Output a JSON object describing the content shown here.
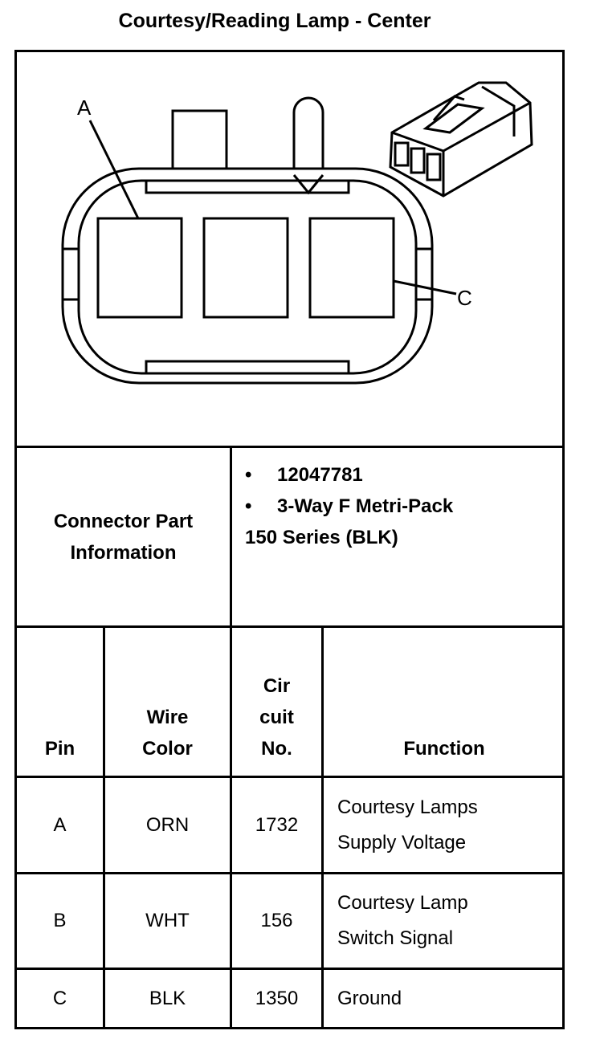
{
  "title": "Courtesy/Reading Lamp - Center",
  "diagram": {
    "label_a": "A",
    "label_c": "C"
  },
  "connector_info": {
    "label_line1": "Connector Part",
    "label_line2": "Information",
    "bullet_symbol": "•",
    "part_number": "12047781",
    "description_line1": "3-Way F Metri-Pack",
    "description_line2": "150 Series (BLK)"
  },
  "table": {
    "headers": {
      "pin": "Pin",
      "wire_color_line1": "Wire",
      "wire_color_line2": "Color",
      "circuit_line1": "Cir",
      "circuit_line2": "cuit",
      "circuit_line3": "No.",
      "function": "Function"
    },
    "rows": [
      {
        "pin": "A",
        "wire_color": "ORN",
        "circuit": "1732",
        "function_line1": "Courtesy Lamps",
        "function_line2": "Supply Voltage"
      },
      {
        "pin": "B",
        "wire_color": "WHT",
        "circuit": "156",
        "function_line1": "Courtesy Lamp",
        "function_line2": "Switch Signal"
      },
      {
        "pin": "C",
        "wire_color": "BLK",
        "circuit": "1350",
        "function_line1": "Ground",
        "function_line2": ""
      }
    ]
  }
}
